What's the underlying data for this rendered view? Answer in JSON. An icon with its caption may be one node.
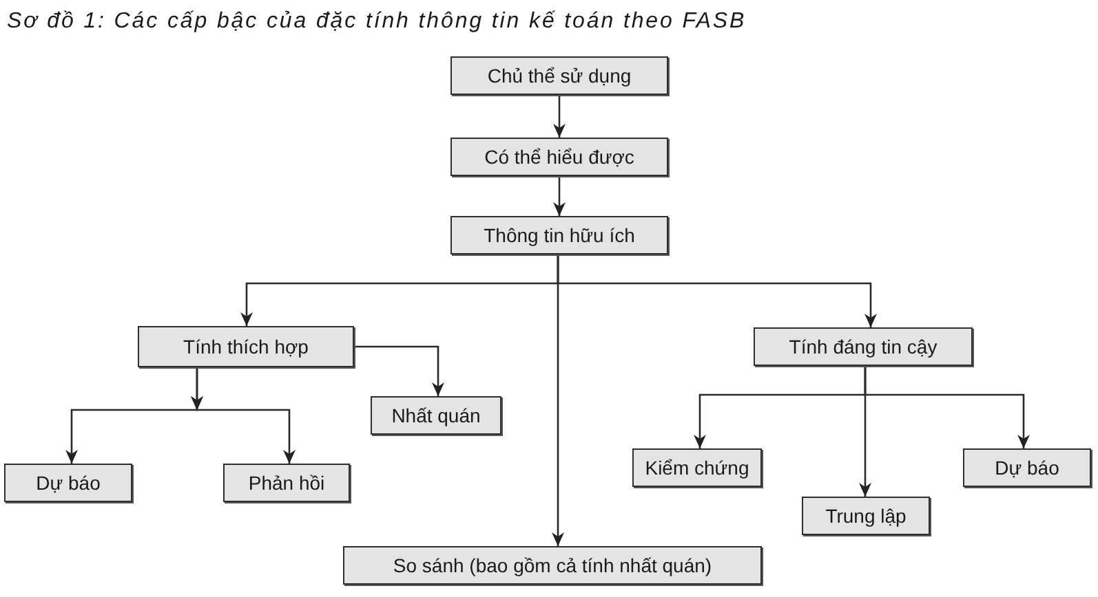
{
  "diagram": {
    "title": "Sơ đồ 1: Các cấp bậc của đặc tính thông tin kế toán theo FASB",
    "nodes": [
      {
        "text": [
          "Chủ thể sử dụng"
        ]
      },
      {
        "text": [
          "Có thể hiểu được"
        ]
      },
      {
        "text": [
          "Thông tin hữu ích"
        ]
      },
      {
        "text": [
          "Tính thích hợp"
        ]
      },
      {
        "text": [
          "Tính đáng tin cậy"
        ]
      },
      {
        "text": [
          "Nhất quán"
        ]
      },
      {
        "text": [
          "Dự báo"
        ]
      },
      {
        "text": [
          "Phản hồi"
        ]
      },
      {
        "text": [
          "Kiểm chứng"
        ]
      },
      {
        "text": [
          "Dự báo"
        ]
      },
      {
        "text": [
          "Trung lập"
        ]
      },
      {
        "text": [
          "So sánh (bao gồm cả tính nhất quán)"
        ]
      }
    ],
    "edges": [
      {
        "from": 0,
        "to": 1,
        "arrow": "to"
      },
      {
        "from": 1,
        "to": 2,
        "arrow": "to"
      },
      {
        "from": 2,
        "to": 3,
        "arrow": "to"
      },
      {
        "from": 2,
        "to": 4,
        "arrow": "to"
      },
      {
        "from": 2,
        "to": 11,
        "arrow": "to"
      },
      {
        "from": 3,
        "to": 5,
        "arrow": "to"
      },
      {
        "from": 3,
        "to": 6,
        "arrow": "to"
      },
      {
        "from": 3,
        "to": 7,
        "arrow": "to"
      },
      {
        "from": 4,
        "to": 8,
        "arrow": "to"
      },
      {
        "from": 4,
        "to": 10,
        "arrow": "to"
      },
      {
        "from": 4,
        "to": 9,
        "arrow": "to"
      }
    ]
  }
}
